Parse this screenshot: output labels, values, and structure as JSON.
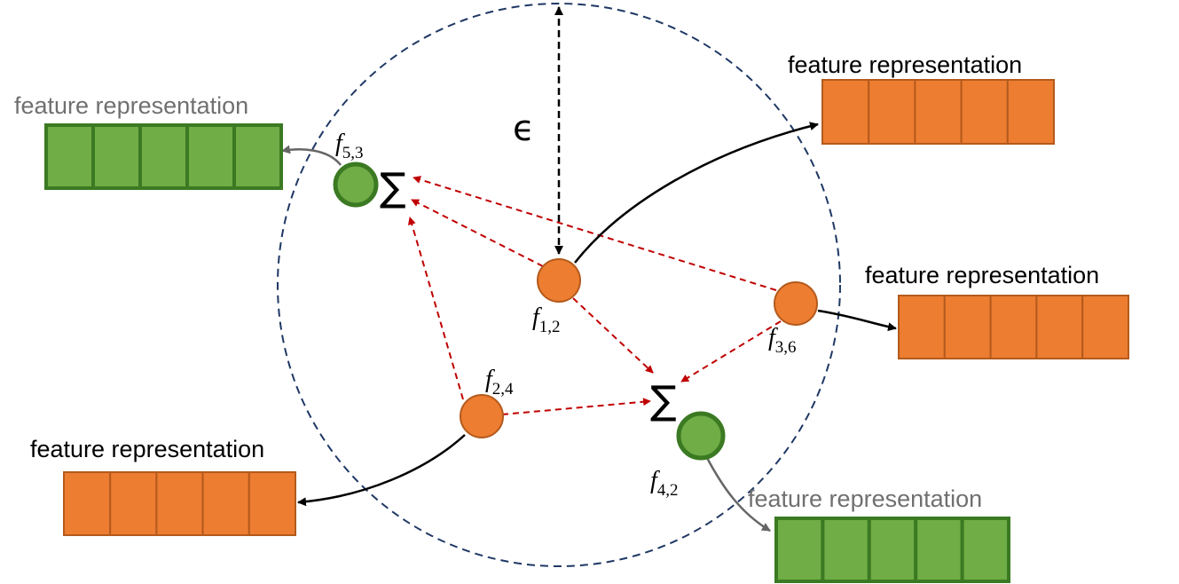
{
  "epsilon_symbol": "ϵ",
  "sum_symbol": "∑",
  "colors": {
    "orange": "#ed7d31",
    "orange_border": "#b45a1c",
    "green": "#70ad47",
    "green_border": "#3b7a22",
    "circle_dashed": "#1f3864",
    "dashed_red": "#c00000",
    "gray_text": "#707070"
  },
  "nodes": [
    {
      "id": "f12",
      "name": "f",
      "sub": "1,2",
      "color": "orange"
    },
    {
      "id": "f24",
      "name": "f",
      "sub": "2,4",
      "color": "orange"
    },
    {
      "id": "f36",
      "name": "f",
      "sub": "3,6",
      "color": "orange"
    },
    {
      "id": "f53",
      "name": "f",
      "sub": "5,3",
      "color": "green"
    },
    {
      "id": "f42",
      "name": "f",
      "sub": "4,2",
      "color": "green"
    }
  ],
  "feature_blocks": [
    {
      "label": "feature representation",
      "color": "green",
      "cells": 5
    },
    {
      "label": "feature representation",
      "color": "orange",
      "cells": 5
    },
    {
      "label": "feature representation",
      "color": "orange",
      "cells": 5
    },
    {
      "label": "feature representation",
      "color": "orange",
      "cells": 5
    },
    {
      "label": "feature representation",
      "color": "green",
      "cells": 5
    }
  ]
}
